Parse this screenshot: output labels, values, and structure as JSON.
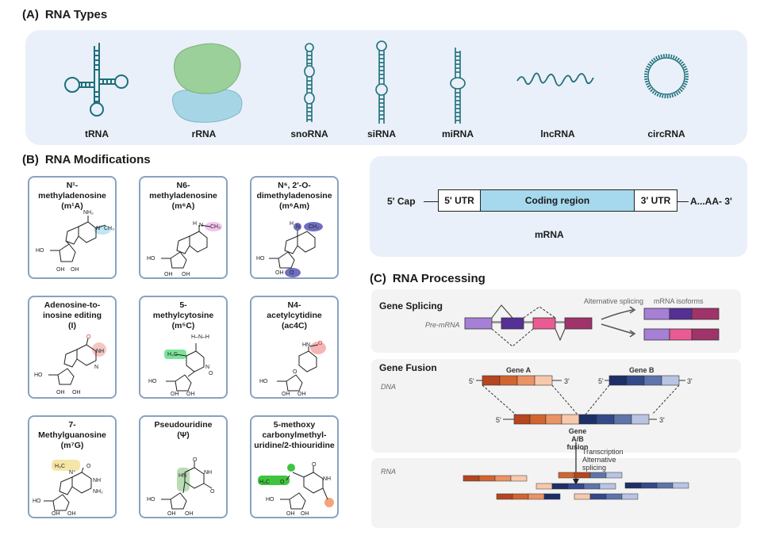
{
  "section_a": {
    "letter": "(A)",
    "title": "RNA Types"
  },
  "rna_types": [
    {
      "label": "tRNA",
      "icon": "trna-icon"
    },
    {
      "label": "rRNA",
      "icon": "rrna-icon"
    },
    {
      "label": "snoRNA",
      "icon": "snorna-icon"
    },
    {
      "label": "siRNA",
      "icon": "sirna-icon"
    },
    {
      "label": "miRNA",
      "icon": "mirna-icon"
    },
    {
      "label": "lncRNA",
      "icon": "lncrna-icon"
    },
    {
      "label": "circRNA",
      "icon": "circrna-icon"
    }
  ],
  "section_b": {
    "letter": "(B)",
    "title": "RNA Modifications"
  },
  "modifications": [
    {
      "name": "N¹-\nmethyladenosine\n(m¹A)",
      "highlight": "#bfe6f2"
    },
    {
      "name": "N6-\nmethyladenosine\n(m⁶A)",
      "highlight": "#f2c4ef"
    },
    {
      "name": "N⁶, 2'-O-\ndimethyladenosine\n(m⁶Am)",
      "highlight": "#6f6fc0"
    },
    {
      "name": "Adenosine-to-\ninosine editing\n(I)",
      "highlight": "#f5c7c0"
    },
    {
      "name": "5-\nmethylcytosine\n(m⁵C)",
      "highlight": "#7de39a"
    },
    {
      "name": "N4-\nacetylcytidine\n(ac4C)",
      "highlight": "#f5b5b5"
    },
    {
      "name": "7-\nMethylguanosine\n(m⁷G)",
      "highlight": "#f5e6a8"
    },
    {
      "name": "Pseudouridine\n(Ψ)",
      "highlight": "#b9dcb4"
    },
    {
      "name": "5-methoxy\ncarbonylmethyl-\nuridine/2-thiouridine",
      "highlight": "#3fc43f"
    }
  ],
  "mrna": {
    "cap": "5' Cap",
    "utr5": "5' UTR",
    "coding": "Coding region",
    "utr3": "3' UTR",
    "tail": "A...AA- 3'",
    "label": "mRNA"
  },
  "section_c": {
    "letter": "(C)",
    "title": "RNA Processing"
  },
  "splicing": {
    "title": "Gene Splicing",
    "pre_mrna": "Pre-mRNA",
    "alt_label": "Alternative splicing",
    "isoforms_label": "mRNA isoforms"
  },
  "fusion": {
    "title": "Gene Fusion",
    "dna": "DNA",
    "gene_a": "Gene A",
    "gene_b": "Gene B",
    "prime5": "5'",
    "prime3": "3'",
    "fusion_label_1": "Gene A/B",
    "fusion_label_2": "fusion",
    "step_1": "Transcription",
    "step_2": "Alternative",
    "step_3": "splicing",
    "rna": "RNA"
  },
  "colors": {
    "panel_bg": "#e9f0f9",
    "card_border": "#8aa2bf",
    "teal": "#1e6f7a",
    "coding": "#a6d9ee",
    "gene_a": [
      "#b5461f",
      "#d2652f",
      "#ea9364",
      "#f6c9ad"
    ],
    "gene_b": [
      "#1d2f66",
      "#33498a",
      "#5e74ab",
      "#b9c4e3"
    ],
    "exon_1": "#a67fd6",
    "exon_2": "#553095",
    "exon_3": "#ea5a93",
    "exon_4": "#a0336a"
  }
}
